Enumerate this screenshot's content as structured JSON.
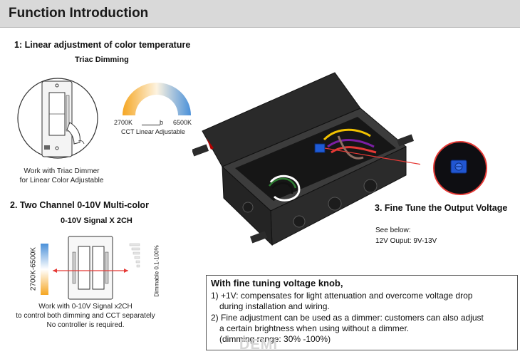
{
  "header": {
    "title": "Function Introduction"
  },
  "section1": {
    "title": "1: Linear adjustment of color temperature",
    "subtitle": "Triac Dimming",
    "scale_low": "2700K",
    "scale_mid": "b",
    "scale_high": "6500K",
    "scale_caption": "CCT Linear Adjustable",
    "caption_line1": "Work with Triac Dimmer",
    "caption_line2": "for Linear Color Adjustable"
  },
  "section2": {
    "title": "2. Two Channel 0-10V Multi-color",
    "subtitle": "0-10V Signal X 2CH",
    "cct_label": "2700K-6500K",
    "dim_label": "Dimmable 0.1-100%",
    "caption_line1": "Work with 0-10V Signal x2CH",
    "caption_line2": "to control both dimming and CCT separately",
    "caption_line3": "No controller is required."
  },
  "section3": {
    "title": "3. Fine Tune the Output Voltage",
    "see_below": "See below:",
    "output": "12V Ouput: 9V-13V"
  },
  "note": {
    "title": "With fine tuning voltage knob,",
    "line1": "1)  +1V:  compensates for light attenuation and overcome voltage drop",
    "line2": "during installation and wiring.",
    "line3": "2)  Fine adjustment can be used as a dimmer: customers can also adjust",
    "line4": "a certain brightness when using without a dimmer.",
    "line5": "(dimming range: 30% -100%)"
  },
  "watermark": "DEMI",
  "colors": {
    "header_bg": "#d9d9d9",
    "warm": "#f5a623",
    "cool": "#4a90d9",
    "arrow": "#e53935",
    "box": "#1c1c1c"
  }
}
